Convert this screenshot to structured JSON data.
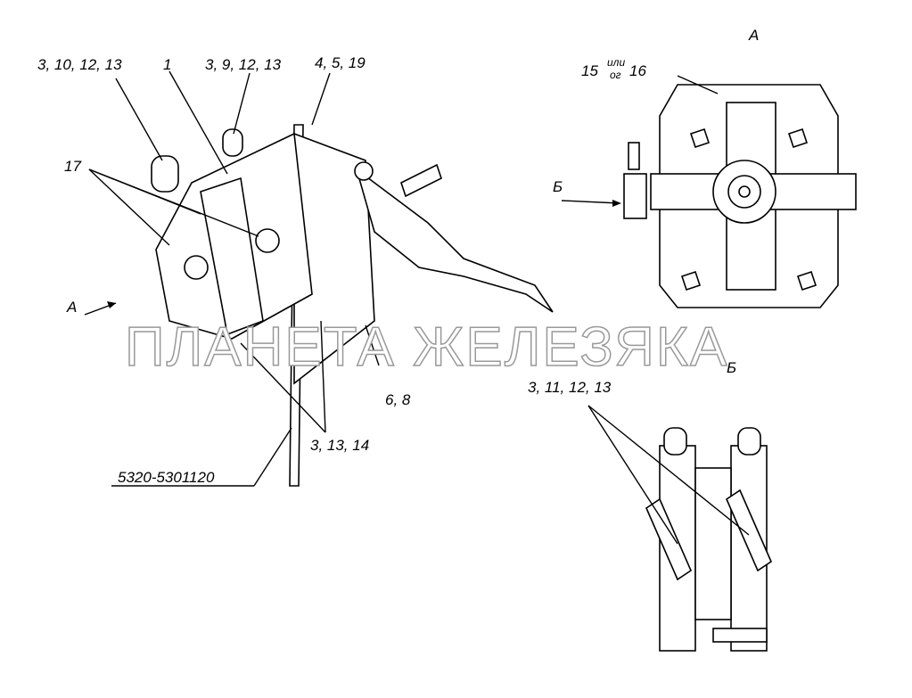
{
  "labels": {
    "l1": "3, 10, 12, 13",
    "l2": "1",
    "l3": "3, 9, 12, 13",
    "l4": "4, 5, 19",
    "l5": "17",
    "l6": "A",
    "l7": "6, 8",
    "l8": "3, 13, 14",
    "l9": "5320-5301120",
    "view_a": "А",
    "l10_a": "15",
    "l10_or_top": "или",
    "l10_or_bottom": "ог",
    "l10_b": "16",
    "arrow_b": "Б",
    "view_b": "Б",
    "l11": "3, 11, 12, 13"
  },
  "watermark": "ПЛАНЕТА ЖЕЛЕЗЯКА"
}
